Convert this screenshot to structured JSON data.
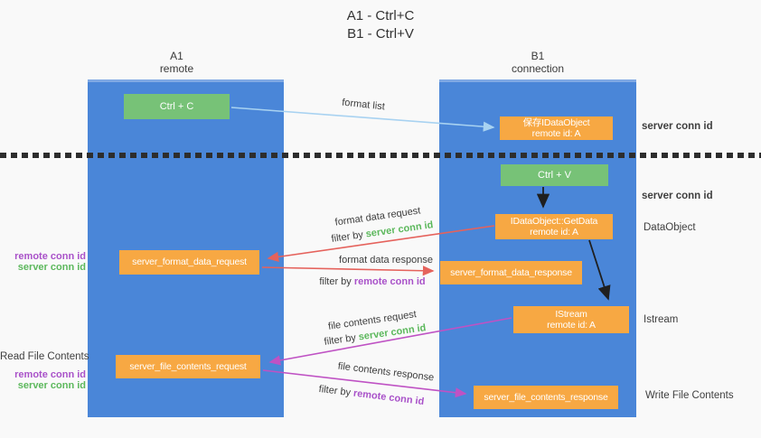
{
  "title": {
    "line1": "A1 - Ctrl+C",
    "line2": "B1 - Ctrl+V"
  },
  "lanes": {
    "a": {
      "name": "A1",
      "subtitle": "remote"
    },
    "b": {
      "name": "B1",
      "subtitle": "connection"
    }
  },
  "nodes": {
    "ctrl_c": "Ctrl + C",
    "ctrl_v": "Ctrl + V",
    "save_dataobject": {
      "line1": "保存IDataObject",
      "line2": "remote id: A"
    },
    "getdata": {
      "line1": "IDataObject::GetData",
      "line2": "remote id: A"
    },
    "istream": {
      "line1": "IStream",
      "line2": "remote id: A"
    },
    "format_request": "server_format_data_request",
    "format_response": "server_format_data_response",
    "file_request": "server_file_contents_request",
    "file_response": "server_file_contents_response"
  },
  "flow_labels": {
    "format_list": "format list",
    "format_data_request": "format data request",
    "format_data_response": "format data response",
    "file_contents_request": "file contents request",
    "file_contents_response": "file contents response",
    "filter_by": "filter by",
    "server_conn_id": "server conn id",
    "remote_conn_id": "remote conn id"
  },
  "side_labels": {
    "server_conn_id": "server conn id",
    "remote_conn_id": "remote conn id",
    "dataobject": "DataObject",
    "istream": "Istream",
    "read_file_contents": "Read File Contents",
    "write_file_contents": "Write File Contents"
  },
  "colors": {
    "lane_blue": "#4a86d8",
    "box_orange": "#f7a843",
    "box_green": "#77c277",
    "arrow_red": "#e5625c",
    "arrow_magenta": "#bf52c4",
    "arrow_lightblue": "#a8d2f1",
    "arrow_black": "#1f1f1f",
    "label_green": "#5cb85c",
    "label_purple": "#a952c9",
    "background": "#f9f9f9"
  }
}
